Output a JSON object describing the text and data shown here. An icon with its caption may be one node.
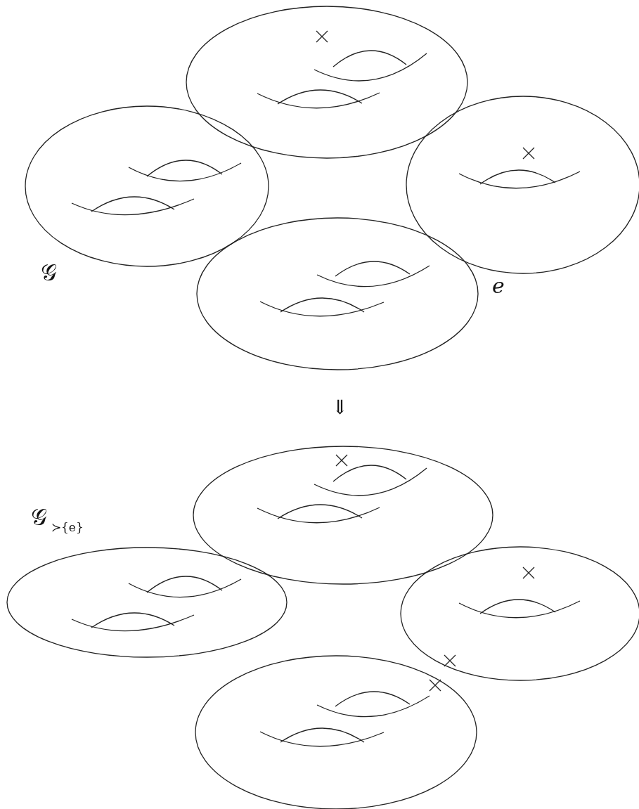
{
  "diagram": {
    "labels": [
      "𝒢",
      "e",
      "⇓",
      "𝒢",
      "≻{e}"
    ]
  }
}
